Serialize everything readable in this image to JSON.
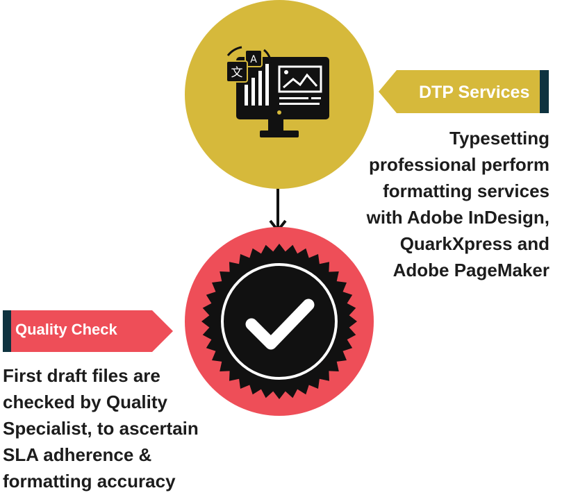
{
  "steps": [
    {
      "id": "dtp",
      "label": "DTP Services",
      "icon": "desktop-translation-icon",
      "circle_color": "#d6b93b",
      "tag_color": "#d6b93b",
      "accent_color": "#0f3340",
      "description": [
        "Typesetting",
        "professional perform",
        "formatting services",
        "with Adobe InDesign,",
        "QuarkXpress and",
        "Adobe PageMaker"
      ]
    },
    {
      "id": "quality",
      "label": "Quality Check",
      "icon": "check-badge-icon",
      "circle_color": "#ee4e58",
      "tag_color": "#ee4e58",
      "accent_color": "#0f3340",
      "description": [
        "First draft files are",
        "checked by Quality",
        "Specialist, to ascertain",
        "SLA adherence &",
        "formatting accuracy"
      ]
    }
  ],
  "icon_glyphs": {
    "translate_a": "A",
    "translate_char": "文"
  }
}
